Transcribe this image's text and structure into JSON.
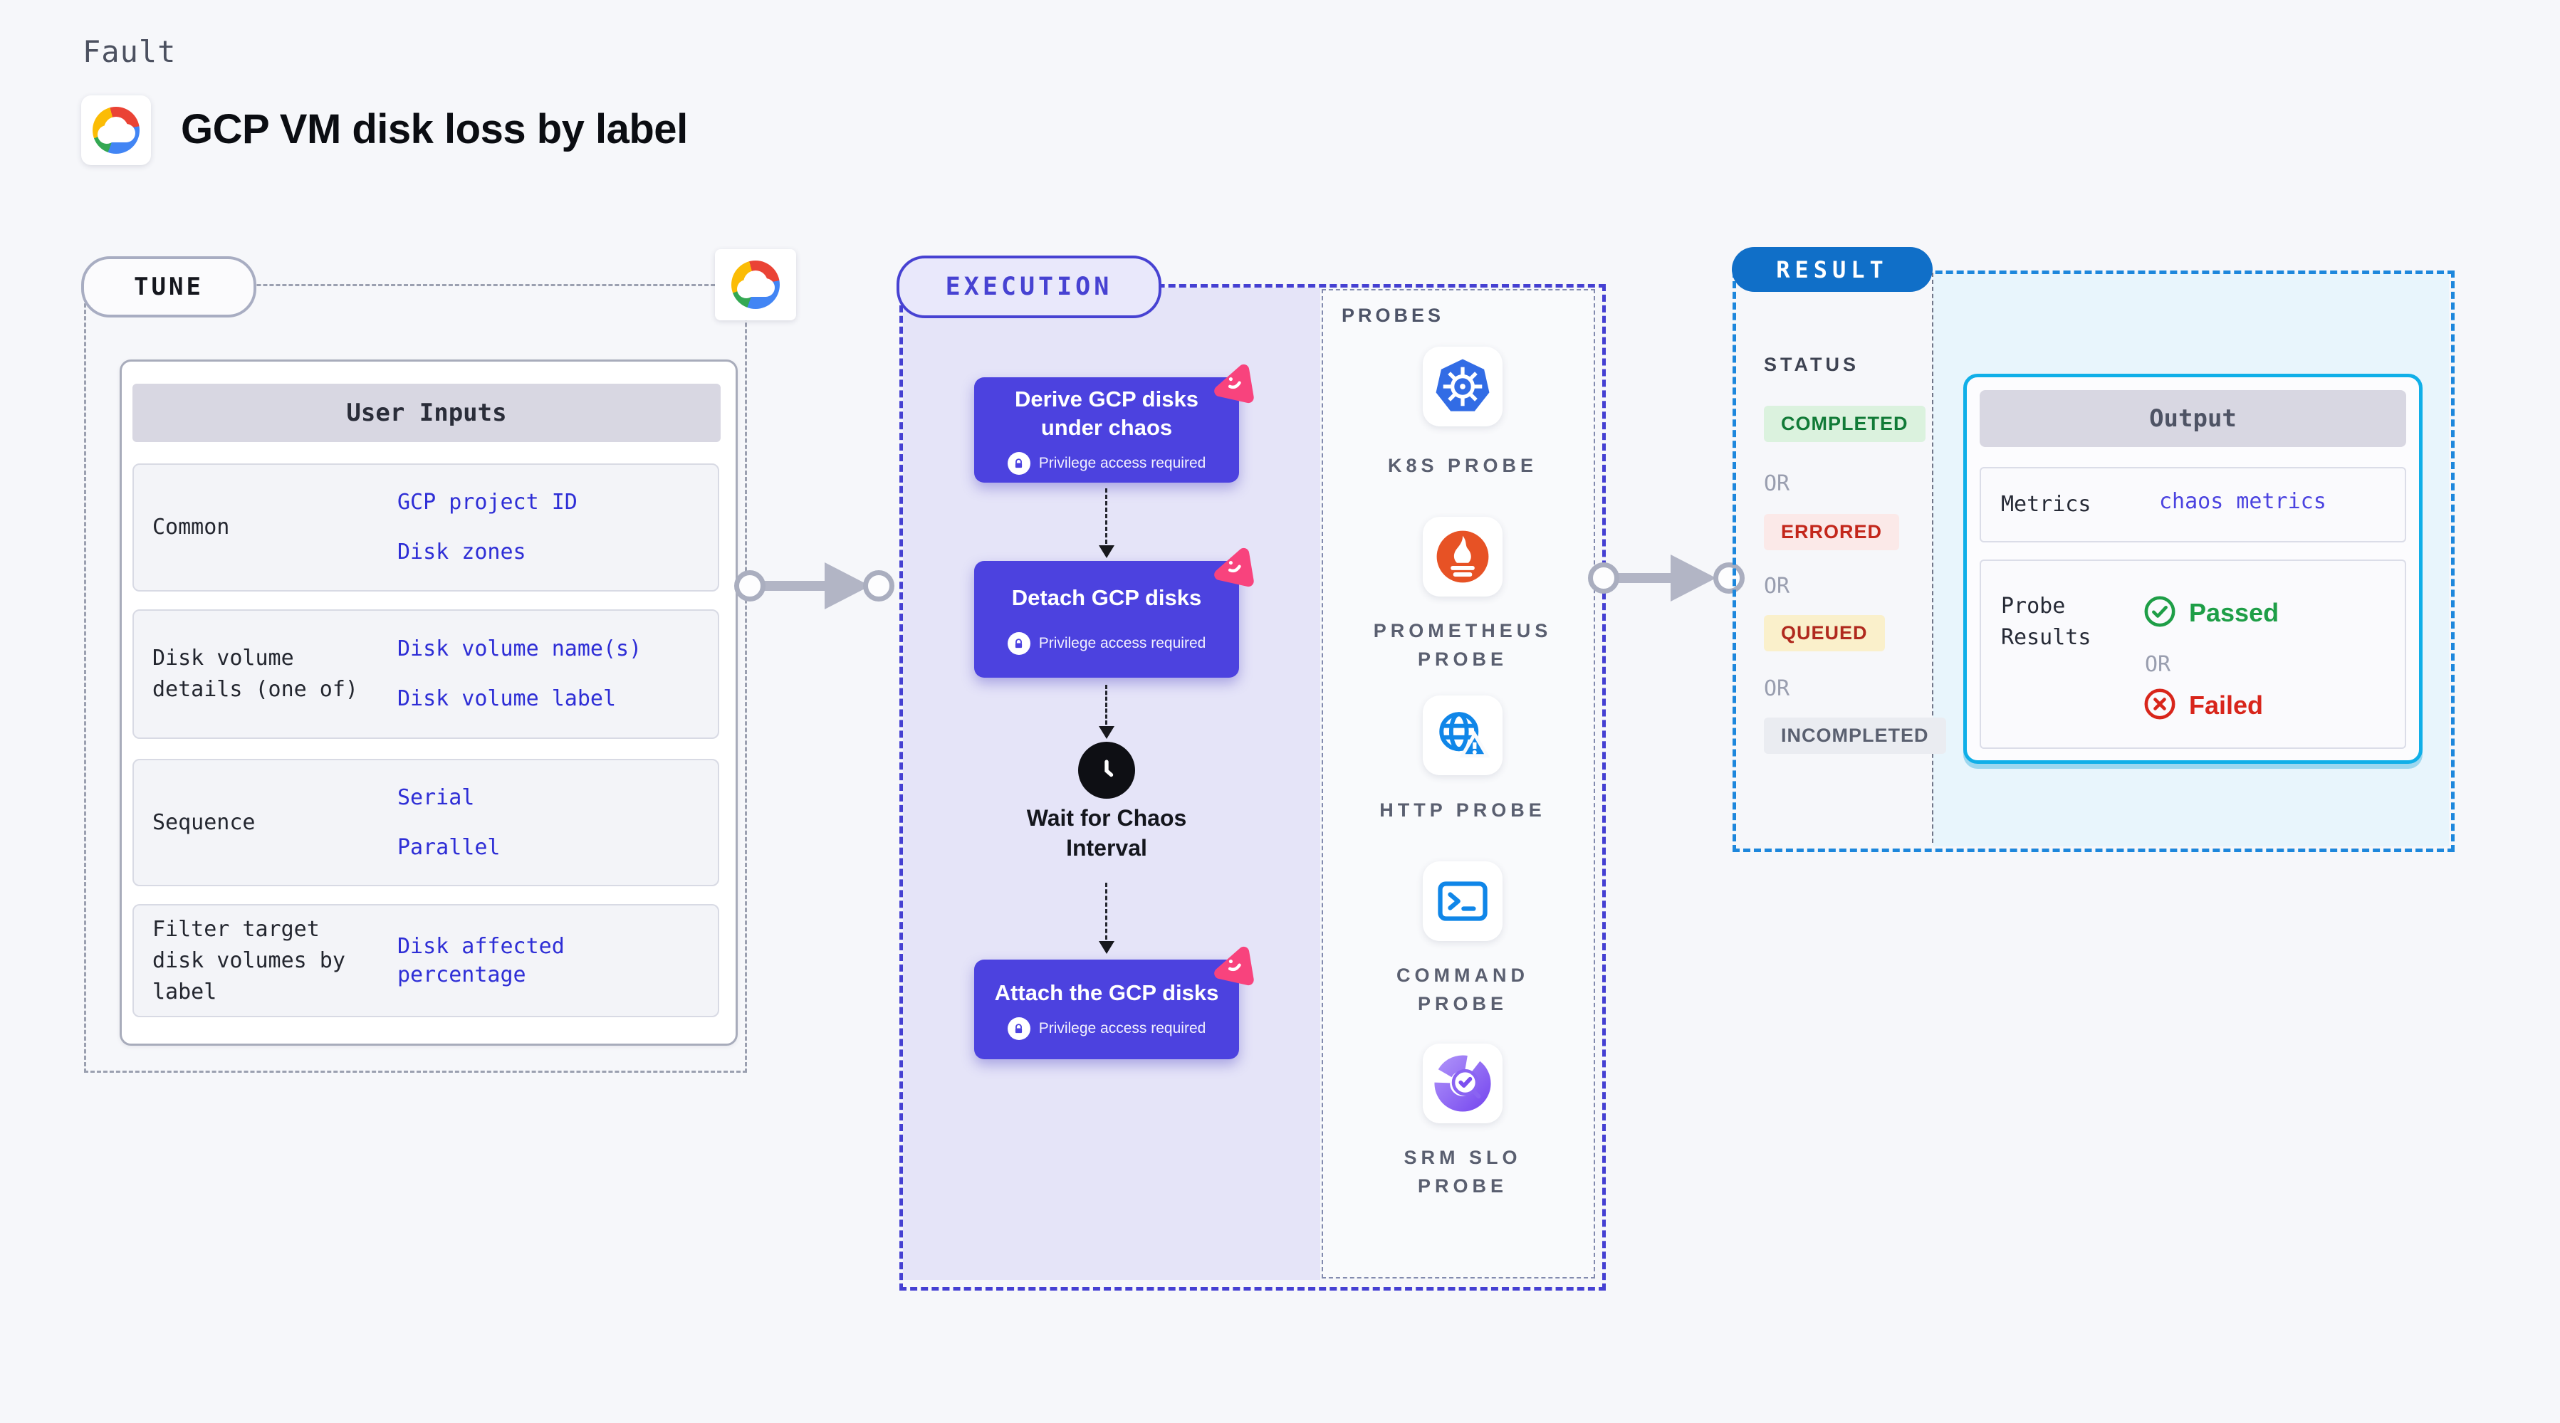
{
  "header": {
    "kicker": "Fault",
    "title": "GCP VM disk loss by label"
  },
  "colors": {
    "node_purple": "#4C42DF",
    "execution_border": "#4540D2",
    "result_border": "#1D87DC",
    "output_border": "#10AFE8",
    "result_pill": "#106FC8",
    "pink_badge": "#F8437D",
    "value_blue": "#2E2ED6"
  },
  "tune": {
    "badge": "TUNE",
    "table": {
      "header": "User Inputs",
      "rows": [
        {
          "label": "Common",
          "values": [
            "GCP project ID",
            "Disk zones"
          ]
        },
        {
          "label": "Disk volume details (one of)",
          "values": [
            "Disk volume name(s)",
            "Disk volume label"
          ]
        },
        {
          "label": "Sequence",
          "values": [
            "Serial",
            "Parallel"
          ]
        },
        {
          "label": "Filter target disk volumes by label",
          "values": [
            "Disk affected percentage"
          ]
        }
      ]
    }
  },
  "execution": {
    "badge": "EXECUTION",
    "privilege_note": "Privilege access required",
    "nodes": [
      {
        "title": "Derive GCP disks under chaos"
      },
      {
        "title": "Detach GCP disks"
      },
      {
        "title": "Attach the GCP disks"
      }
    ],
    "wait_label": "Wait for Chaos\nInterval"
  },
  "probes": {
    "title": "PROBES",
    "items": [
      {
        "label": "K8S PROBE",
        "icon": "kubernetes-icon"
      },
      {
        "label": "PROMETHEUS\nPROBE",
        "icon": "prometheus-icon"
      },
      {
        "label": "HTTP PROBE",
        "icon": "http-globe-icon"
      },
      {
        "label": "COMMAND\nPROBE",
        "icon": "terminal-icon"
      },
      {
        "label": "SRM SLO\nPROBE",
        "icon": "srm-slo-icon"
      }
    ]
  },
  "result": {
    "badge": "RESULT",
    "status_title": "STATUS",
    "or": "OR",
    "statuses": [
      {
        "label": "COMPLETED",
        "bg": "#DBF2DE",
        "fg": "#117A37"
      },
      {
        "label": "ERRORED",
        "bg": "#FBE9E8",
        "fg": "#C3271B"
      },
      {
        "label": "QUEUED",
        "bg": "#FAF0CB",
        "fg": "#B02A1E"
      },
      {
        "label": "INCOMPLETED",
        "bg": "#EAECF1",
        "fg": "#5A6070"
      }
    ],
    "output": {
      "header": "Output",
      "metrics_label": "Metrics",
      "metrics_value": "chaos metrics",
      "probe_results_label": "Probe\nResults",
      "passed": "Passed",
      "failed": "Failed"
    }
  }
}
